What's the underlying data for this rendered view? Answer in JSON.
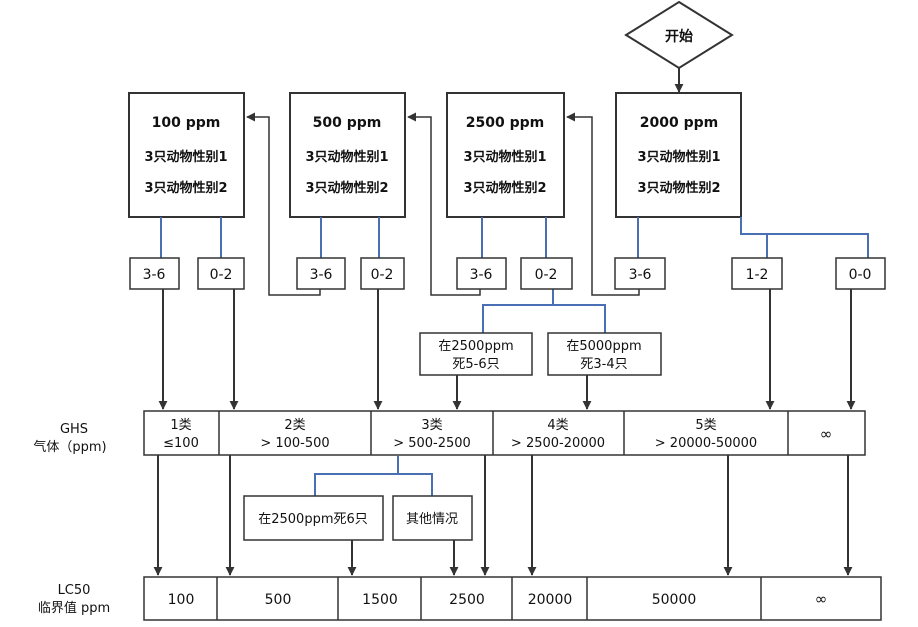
{
  "start": "开始",
  "dose_boxes": [
    {
      "dose": "100 ppm",
      "line1": "3只动物性别1",
      "line2": "3只动物性别2"
    },
    {
      "dose": "500 ppm",
      "line1": "3只动物性别1",
      "line2": "3只动物性别2"
    },
    {
      "dose": "2500 ppm",
      "line1": "3只动物性别1",
      "line2": "3只动物性别2"
    },
    {
      "dose": "2000 ppm",
      "line1": "3只动物性别1",
      "line2": "3只动物性别2"
    }
  ],
  "outcomes": [
    "3-6",
    "0-2",
    "3-6",
    "0-2",
    "3-6",
    "0-2",
    "3-6",
    "1-2",
    "0-0"
  ],
  "sub_outcomes": [
    {
      "line1": "在2500ppm",
      "line2": "死5-6只"
    },
    {
      "line1": "在5000ppm",
      "line2": "死3-4只"
    }
  ],
  "ghs": {
    "label_line1": "GHS",
    "label_line2": "气体（ppm)",
    "categories": [
      {
        "line1": "1类",
        "line2": "≤100"
      },
      {
        "line1": "2类",
        "line2": "> 100-500"
      },
      {
        "line1": "3类",
        "line2": "> 500-2500"
      },
      {
        "line1": "4类",
        "line2": "> 2500-20000"
      },
      {
        "line1": "5类",
        "line2": "> 20000-50000"
      },
      {
        "line1": "∞",
        "line2": ""
      }
    ]
  },
  "cat3_split": [
    "在2500ppm死6只",
    "其他情况"
  ],
  "lc50": {
    "label_line1": "LC50",
    "label_line2": "临界值 ppm",
    "values": [
      "100",
      "500",
      "1500",
      "2500",
      "20000",
      "50000",
      "∞"
    ]
  },
  "colors": {
    "line": "#333333",
    "connector_blue": "#4a6fb5"
  }
}
